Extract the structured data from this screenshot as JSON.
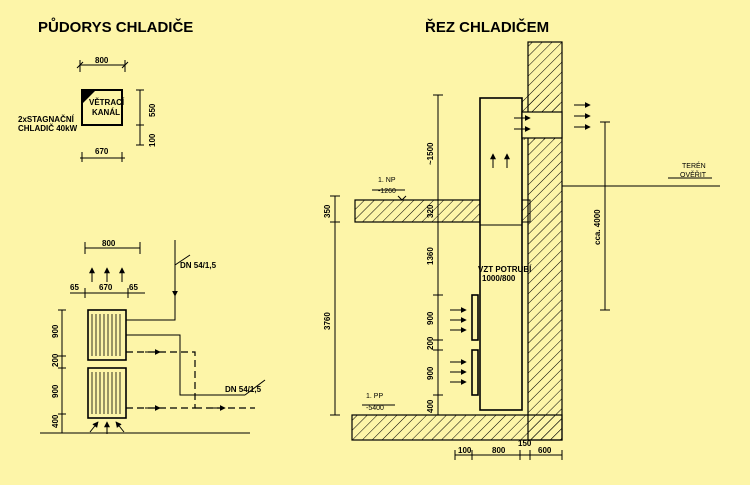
{
  "titles": {
    "plan": "PŮDORYS CHLADIČE",
    "section": "ŘEZ CHLADIČEM"
  },
  "plan_top": {
    "dim_width_top": "800",
    "dim_width_bottom": "670",
    "dim_height": "550",
    "dim_base": "100",
    "label_line1": "2xSTAGNAČNÍ",
    "label_line2": "CHLADIČ 40kW",
    "box_line1": "VĚTRACÍ",
    "box_line2": "KANÁL"
  },
  "plan_bottom": {
    "dim_total": "800",
    "dim_left": "65",
    "dim_mid": "670",
    "dim_right": "65",
    "pipe_top": "DN 54/1,5",
    "pipe_bottom": "DN 54/1,5",
    "dim_v1": "900",
    "dim_v2": "200",
    "dim_v3": "900",
    "dim_v4": "400"
  },
  "section": {
    "level_np_name": "1. NP",
    "level_np_value": "-1260",
    "level_pp_name": "1. PP",
    "level_pp_value": "-5400",
    "terrain_line1": "TERÉN",
    "terrain_line2": "OVĚŘIT",
    "dim_slab": "350",
    "dim_total_height": "3760",
    "dim_top": "~1500",
    "dim_320": "320",
    "dim_1360": "1360",
    "dim_900a": "900",
    "dim_200": "200",
    "dim_900b": "900",
    "dim_400": "400",
    "duct_line1": "VZT POTRUBÍ",
    "duct_line2": "1000/800",
    "dim_cca": "cca. 4000",
    "bottom_dims": [
      "100",
      "800",
      "150",
      "600"
    ]
  }
}
